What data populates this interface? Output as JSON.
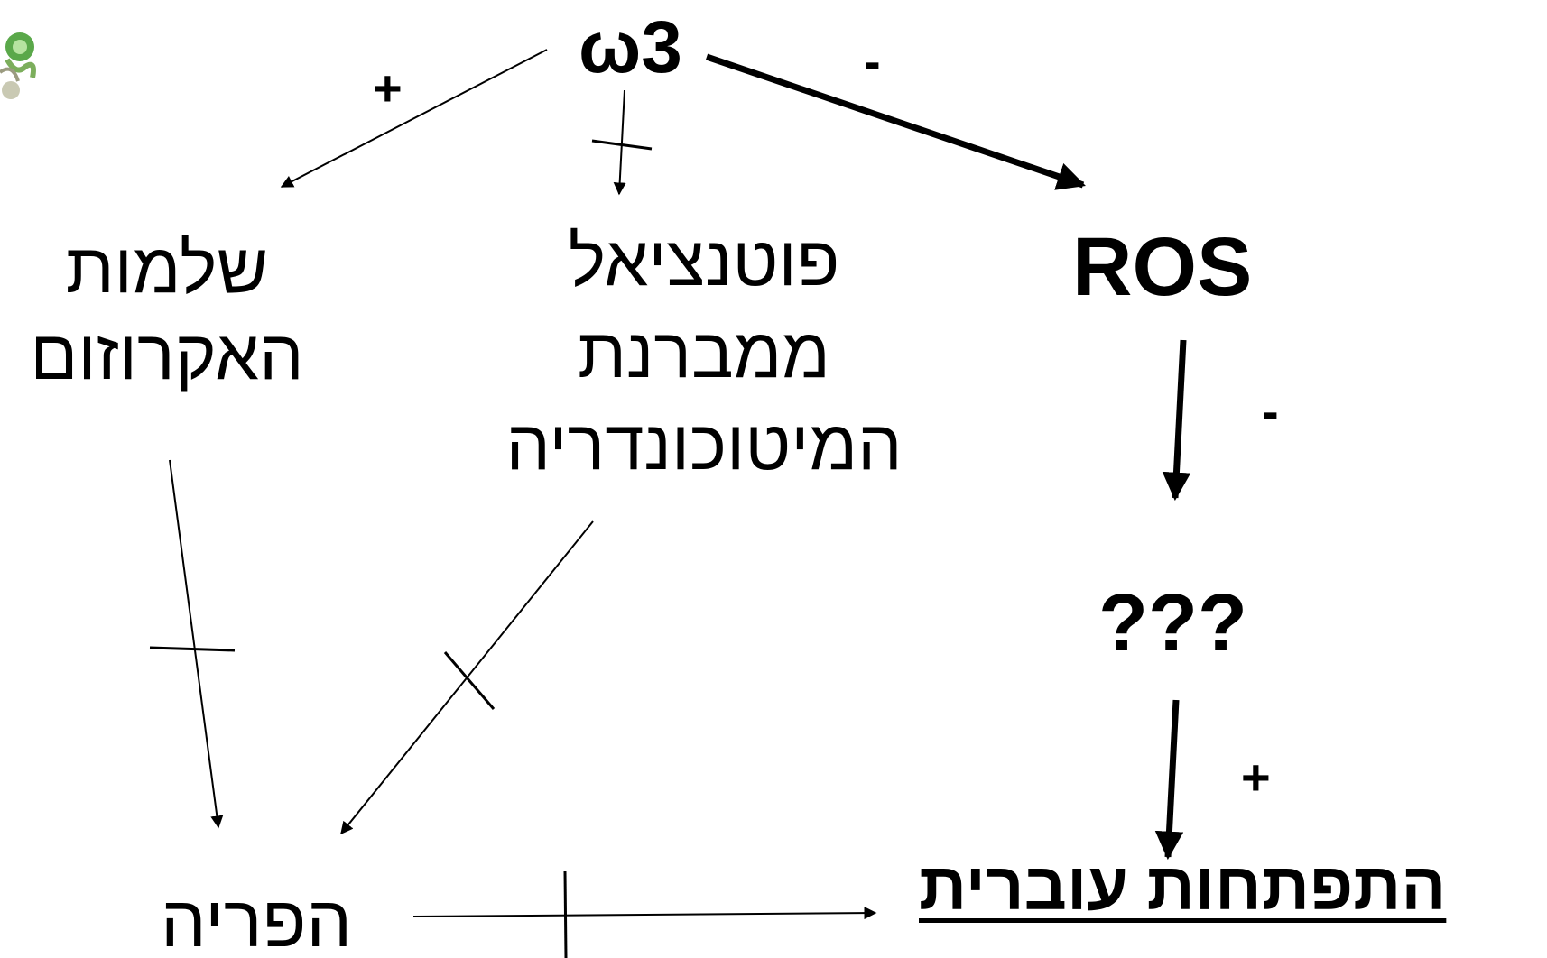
{
  "nodes": {
    "omega3": "ω3",
    "ros": "ROS",
    "unknown": "???",
    "acrosome_integrity": [
      "שלמות",
      "האקרוזום"
    ],
    "membrane_potential": [
      "פוטנציאל",
      "ממברנת",
      "המיטוכונדריה"
    ],
    "fertilization": "הפריה",
    "embryo_development": "התפתחות עוברית"
  },
  "signs": {
    "omega3_to_acrosome": "+",
    "omega3_to_ros": "-",
    "ros_to_unknown": "-",
    "unknown_to_embryo": "+"
  },
  "colors": {
    "ink": "#000000",
    "background": "#ffffff"
  },
  "icons": {
    "corner_decoration": "green-figure-icon"
  }
}
